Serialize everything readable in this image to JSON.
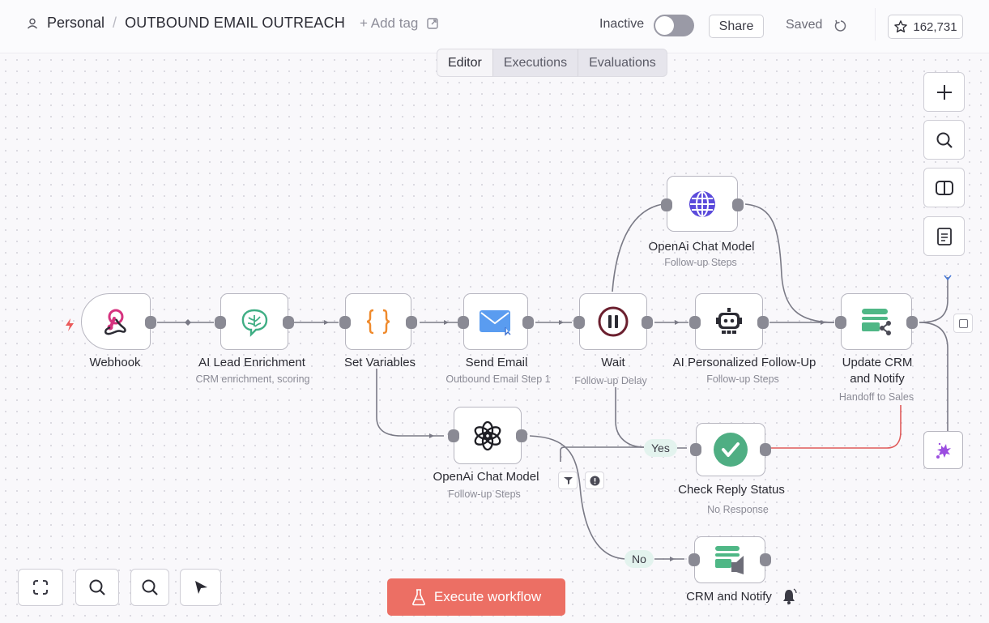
{
  "header": {
    "breadcrumb_personal": "Personal",
    "breadcrumb_separator": "/",
    "workflow_title": "OUTBOUND EMAIL OUTREACH",
    "add_tag": "+ Add tag",
    "active_status": "Inactive",
    "active_toggle_on": false,
    "share": "Share",
    "saved": "Saved",
    "stars": "162,731"
  },
  "tabs": [
    {
      "label": "Editor",
      "active": true
    },
    {
      "label": "Executions",
      "active": false
    },
    {
      "label": "Evaluations",
      "active": false
    }
  ],
  "nodes": {
    "webhook": {
      "label": "Webhook",
      "sub": ""
    },
    "lead_enrichment": {
      "label": "AI Lead Enrichment",
      "sub": "CRM enrichment, scoring"
    },
    "set_variables": {
      "label": "Set Variables",
      "sub": ""
    },
    "send_email": {
      "label": "Send Email",
      "sub": "Outbound Email Step 1"
    },
    "wait": {
      "label": "Wait",
      "sub": "Follow-up Delay"
    },
    "personalized_followup": {
      "label": "AI Personalized Follow-Up",
      "sub": "Follow-up Steps"
    },
    "openai_top": {
      "label": "OpenAi Chat Model",
      "sub": "Follow-up Steps"
    },
    "update_crm": {
      "label_line1": "Update CRM",
      "label_line2": "and Notify",
      "sub": "Handoff to Sales"
    },
    "openai_bottom": {
      "label": "OpenAi Chat Model",
      "sub": "Follow-up Steps"
    },
    "check_reply": {
      "label": "Check Reply Status",
      "sub": "No Response"
    },
    "crm_notify": {
      "label": "CRM and Notify",
      "sub": ""
    }
  },
  "branches": {
    "yes": "Yes",
    "no": "No"
  },
  "execute_button": "Execute workflow",
  "colors": {
    "accent_execute": "#ec6f64",
    "webhook_pink": "#d6337f",
    "brain_green": "#3fae84",
    "braces_orange": "#ef8a2c",
    "email_blue": "#4a90e2",
    "wait_maroon": "#6b1f2e",
    "globe_purple": "#5b4bdb",
    "check_green": "#4fae83",
    "error_edge_red": "#e05a5a"
  }
}
